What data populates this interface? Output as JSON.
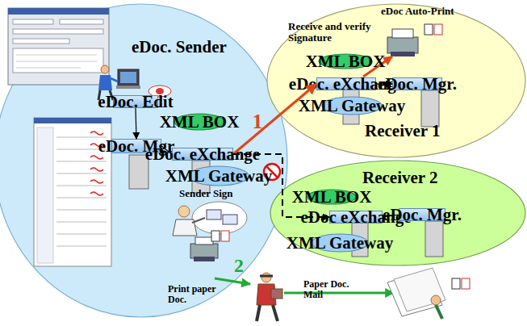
{
  "diagram": {
    "nodes": [
      {
        "text": [
          "eDoc. Sender"
        ]
      },
      {
        "text": [
          "eDoc. Edit"
        ],
        "in": 0
      },
      {
        "text": [
          "eDoc. Mgr"
        ],
        "in": 0
      },
      {
        "text": [
          "XML BOX"
        ],
        "in": 0
      },
      {
        "text": [
          "eDoc. eXchange"
        ],
        "in": 0
      },
      {
        "text": [
          "XML Gateway"
        ],
        "in": 0
      },
      {
        "text": [
          "Receiver 1"
        ]
      },
      {
        "text": [
          "XML BOX"
        ],
        "in": 6
      },
      {
        "text": [
          "eDoc. eXchange"
        ],
        "in": 6
      },
      {
        "text": [
          "eDoc. Mgr."
        ],
        "in": 6
      },
      {
        "text": [
          "XML Gateway"
        ],
        "in": 6
      },
      {
        "text": [
          "Receiver 2"
        ]
      },
      {
        "text": [
          "XML BOX"
        ],
        "in": 11
      },
      {
        "text": [
          "eDoc eXchange"
        ],
        "in": 11
      },
      {
        "text": [
          "eDoc. Mgr."
        ],
        "in": 11
      },
      {
        "text": [
          "XML Gateway"
        ],
        "in": 11
      }
    ],
    "edges": [
      {
        "from": 1,
        "to": 2,
        "arrow": "to"
      },
      {
        "from": 2,
        "to": 4,
        "arrow": "none"
      },
      {
        "from": 4,
        "to": 8,
        "label": "1",
        "arrow": "to"
      },
      {
        "from": 8,
        "to": 9,
        "arrow": "to"
      },
      {
        "from": 4,
        "to": 13,
        "arrow": "to"
      },
      {
        "from": 13,
        "to": 14,
        "arrow": "none"
      }
    ],
    "labels": [
      "Receive and verify Signature",
      "eDoc Auto-Print",
      "Sender Sign",
      "2",
      "Print paper Doc.",
      "Paper Doc. Mail"
    ]
  }
}
